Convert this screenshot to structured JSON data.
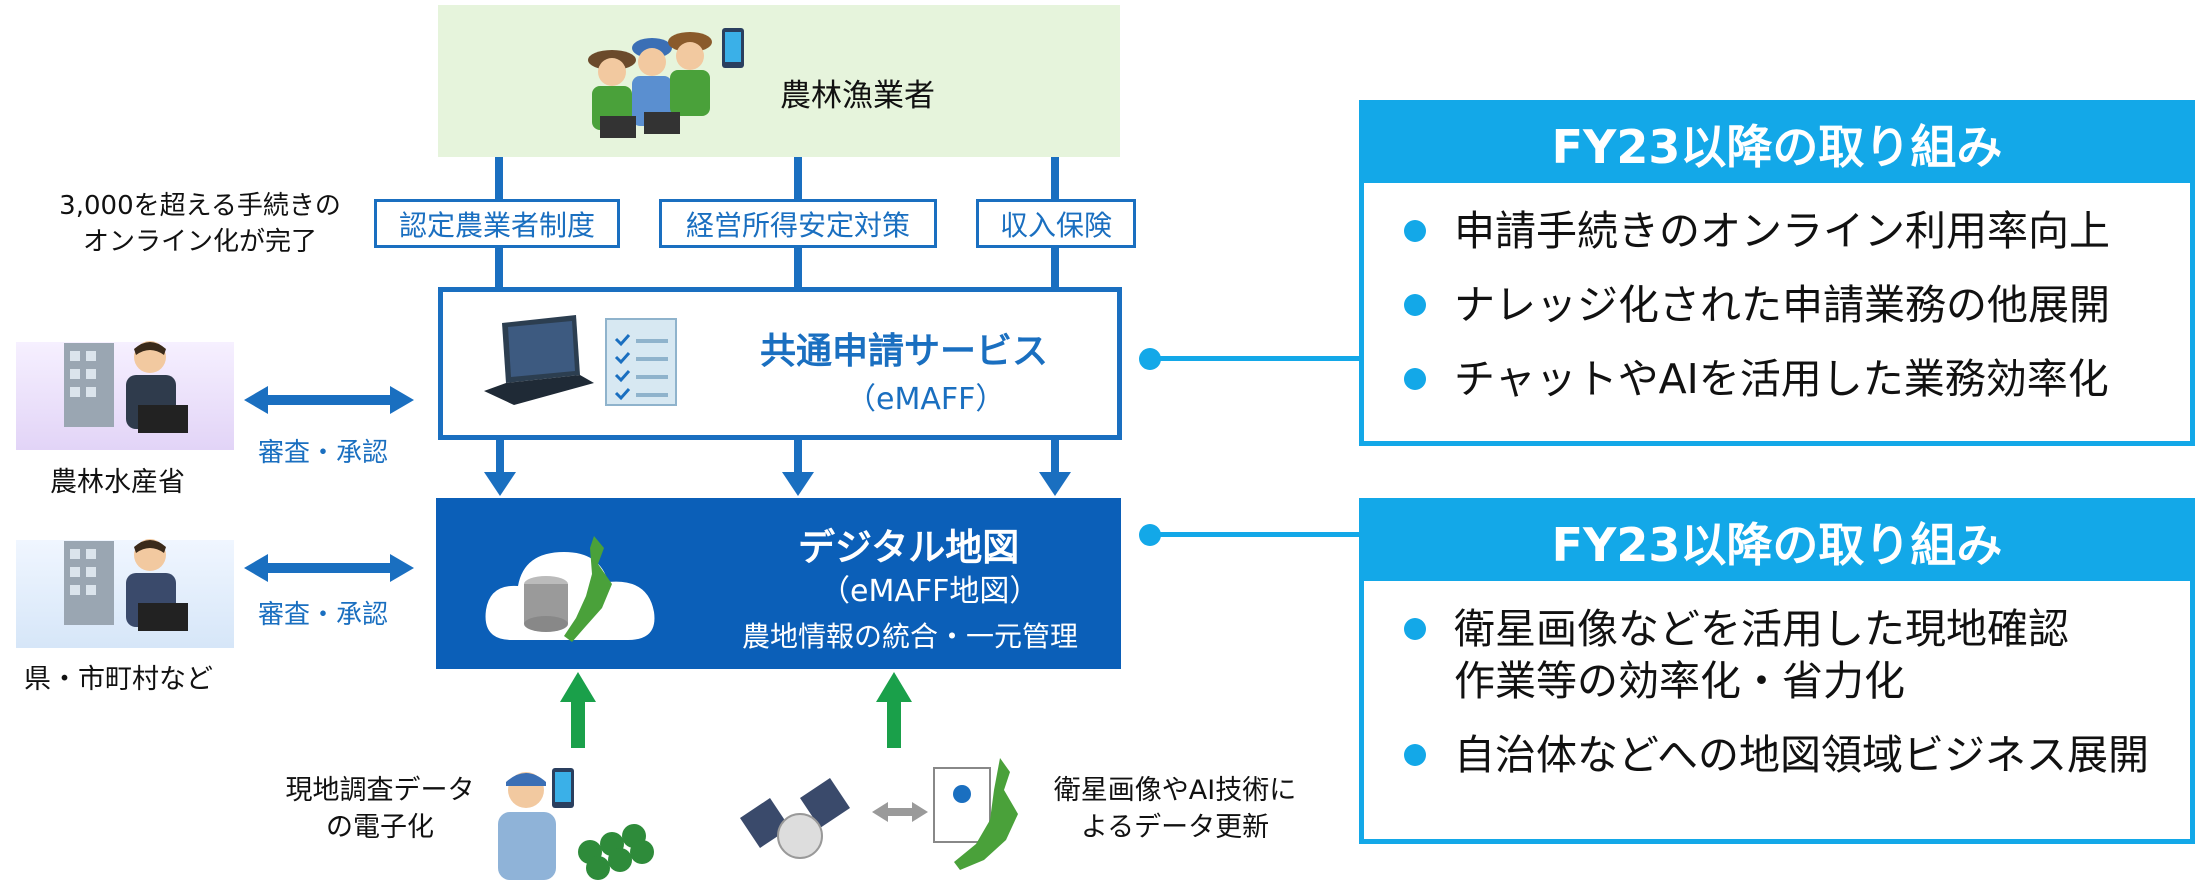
{
  "farmers": {
    "label": "農林漁業者"
  },
  "note_online": [
    "3,000を超える手続きの",
    "オンライン化が完了"
  ],
  "tags": [
    "認定農業者制度",
    "経営所得安定対策",
    "収入保険"
  ],
  "emaff": {
    "title": "共通申請サービス",
    "subtitle": "（eMAFF）"
  },
  "map": {
    "title": "デジタル地図",
    "subtitle": "（eMAFF地図）",
    "description": "農地情報の統合・一元管理"
  },
  "actors": {
    "ministry": {
      "label": "農林水産省",
      "review": "審査・承認"
    },
    "prefecture": {
      "label": "県・市町村など",
      "review": "審査・承認"
    }
  },
  "panel1": {
    "heading": "FY23以降の取り組み",
    "items": [
      "申請手続きのオンライン利用率向上",
      "ナレッジ化された申請業務の他展開",
      "チャットやAIを活用した業務効率化"
    ]
  },
  "panel2": {
    "heading": "FY23以降の取り組み",
    "items": [
      [
        "衛星画像などを活用した現地確認",
        "作業等の効率化・省力化"
      ],
      [
        "自治体などへの地図領域ビジネス展開"
      ]
    ]
  },
  "bottom": {
    "survey": [
      "現地調査データ",
      "の電子化"
    ],
    "satellite": [
      "衛星画像やAI技術に",
      "よるデータ更新"
    ]
  },
  "colors": {
    "blue": "#1a6fc0",
    "dark_blue": "#0b5fb8",
    "cyan": "#13a8e8",
    "green": "#1aa04a",
    "band_green": "#e6f4dc"
  }
}
